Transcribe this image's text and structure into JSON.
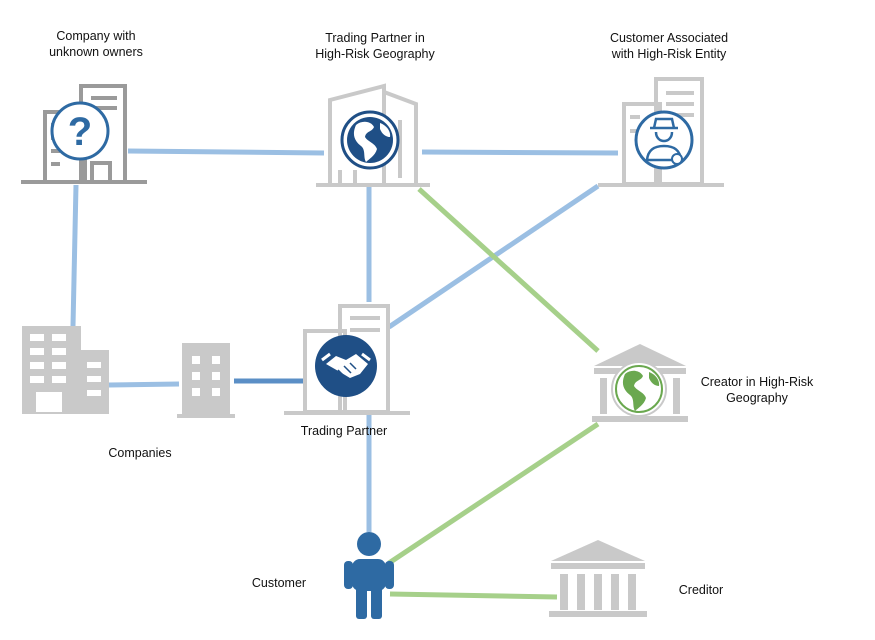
{
  "colors": {
    "building": "#c9c9c9",
    "building_dark": "#9a9a9a",
    "edge_blue": "#9bbfe3",
    "edge_blue_strong": "#5b8fc6",
    "edge_green": "#a6d08a",
    "badge_navy": "#1f4f86",
    "badge_ring": "#2e6aa3",
    "globe_green": "#6aa84f",
    "person": "#2e6aa3"
  },
  "nodes": {
    "company_unknown": {
      "line1": "Company with",
      "line2": "unknown owners",
      "icon": "question-mark-icon"
    },
    "trading_partner_hrg": {
      "line1": "Trading Partner in",
      "line2": "High-Risk Geography",
      "icon": "globe-icon"
    },
    "customer_hre": {
      "line1": "Customer Associated",
      "line2": "with High-Risk Entity",
      "icon": "detective-icon"
    },
    "companies": {
      "label": "Companies",
      "icon": "office-building-icon"
    },
    "trading_partner": {
      "label": "Trading Partner",
      "icon": "handshake-icon"
    },
    "creator_hrg": {
      "line1": "Creator in High-Risk",
      "line2": "Geography",
      "icon": "bank-globe-icon"
    },
    "customer": {
      "label": "Customer",
      "icon": "person-icon"
    },
    "creditor": {
      "label": "Creditor",
      "icon": "bank-icon"
    }
  }
}
